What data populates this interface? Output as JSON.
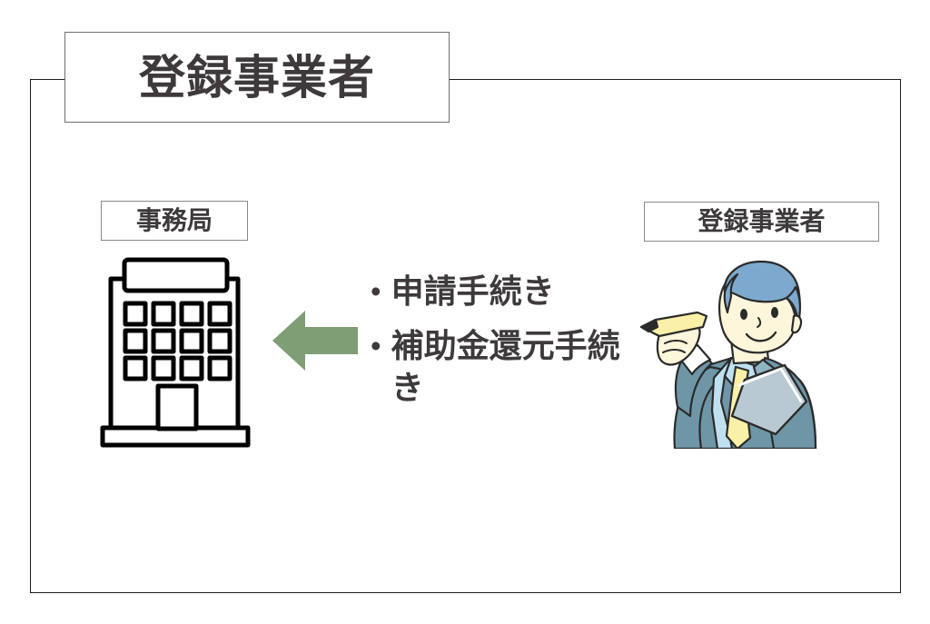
{
  "diagram": {
    "title": "登録事業者",
    "frame": {
      "border_color": "#1d1d1d"
    },
    "left_node": {
      "caption": "事務局",
      "icon": "office-building-icon"
    },
    "right_node": {
      "caption": "登録事業者",
      "icon": "businessman-with-pencil-illustration"
    },
    "arrow": {
      "direction": "left",
      "color": "#7f9e76",
      "name": "left-arrow"
    },
    "process_list": [
      {
        "bullet": "•",
        "label": "申請手続き"
      },
      {
        "bullet": "•",
        "label": "補助金還元手続き"
      }
    ],
    "colors": {
      "text": "#3e3a3c",
      "arrow_green": "#7f9e76",
      "frame_black": "#1d1d1d",
      "box_gray": "#8a8a8a",
      "hair_blue": "#7da9ce",
      "skin_cream": "#fdf6da",
      "suit_teal": "#6e96a6",
      "tie_yellow": "#fbf0a8",
      "shirt_blue": "#bfe0ef",
      "document_gray": "#b9c9d2"
    }
  }
}
